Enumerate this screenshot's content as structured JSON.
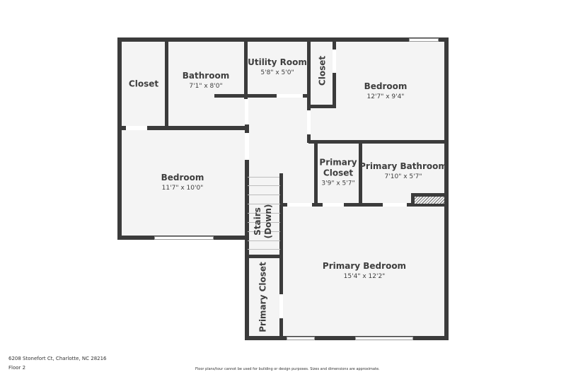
{
  "rooms": [
    {
      "id": "closet-nw",
      "name": "Closet",
      "dims": ""
    },
    {
      "id": "bathroom",
      "name": "Bathroom",
      "dims": "7'1\" x 8'0\""
    },
    {
      "id": "utility-room",
      "name": "Utility Room",
      "dims": "5'8\" x 5'0\""
    },
    {
      "id": "closet-ne",
      "name": "Closet",
      "dims": ""
    },
    {
      "id": "bedroom-ne",
      "name": "Bedroom",
      "dims": "12'7\" x 9'4\""
    },
    {
      "id": "bedroom-w",
      "name": "Bedroom",
      "dims": "11'7\" x 10'0\""
    },
    {
      "id": "primary-closet-small",
      "name": "Primary\nCloset",
      "name_line1": "Primary",
      "name_line2": "Closet",
      "dims": "3'9\" x 5'7\""
    },
    {
      "id": "primary-bathroom",
      "name": "Primary Bathroom",
      "dims": "7'10\" x 5'7\""
    },
    {
      "id": "stairs",
      "name_line1": "Stairs",
      "name_line2": "(Down)",
      "dims": ""
    },
    {
      "id": "primary-bedroom",
      "name": "Primary Bedroom",
      "dims": "15'4\" x 12'2\""
    },
    {
      "id": "primary-closet-walkin",
      "name": "Primary Closet",
      "dims": ""
    }
  ],
  "footer": {
    "address": "6208 Stonefort Ct, Charlotte, NC 28216",
    "floor": "Floor 2",
    "disclaimer": "Floor plans/tour cannot be used for building or design purposes. Sizes and dimensions are approximate."
  },
  "colors": {
    "wall": "#3b3b3b",
    "floor": "#f4f4f4",
    "background": "#ffffff"
  }
}
